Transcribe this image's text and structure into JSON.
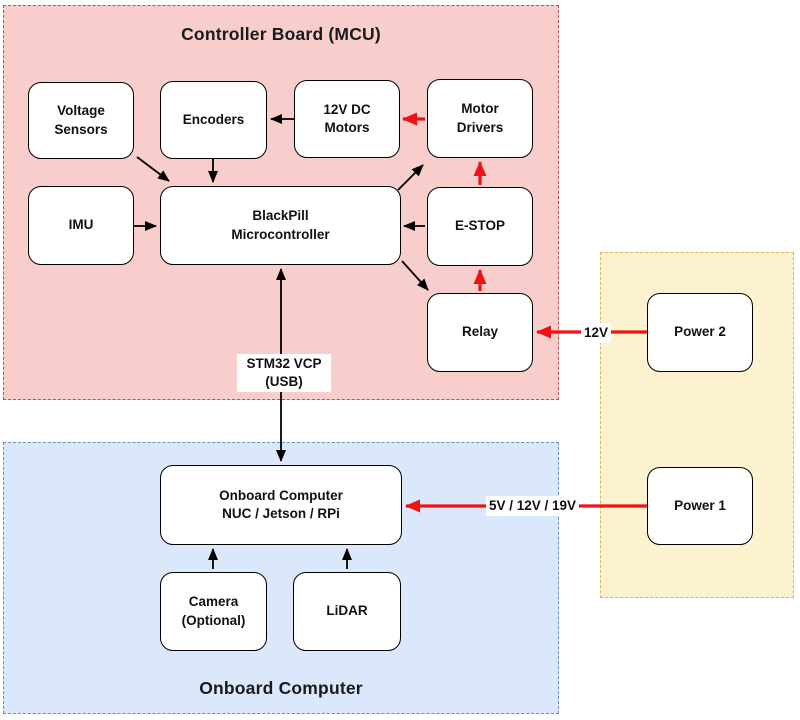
{
  "regions": {
    "mcu": {
      "title": "Controller Board (MCU)"
    },
    "onboard": {
      "title": "Onboard Computer"
    },
    "power": {
      "title": ""
    }
  },
  "nodes": {
    "voltage_sensors": {
      "label": "Voltage\nSensors"
    },
    "encoders": {
      "label": "Encoders"
    },
    "dc_motors": {
      "label": "12V DC\nMotors"
    },
    "motor_drivers": {
      "label": "Motor\nDrivers"
    },
    "imu": {
      "label": "IMU"
    },
    "blackpill": {
      "label": "BlackPill\nMicrocontroller"
    },
    "estop": {
      "label": "E-STOP"
    },
    "relay": {
      "label": "Relay"
    },
    "power2": {
      "label": "Power 2"
    },
    "power1": {
      "label": "Power 1"
    },
    "onboard_computer": {
      "label": "Onboard Computer\nNUC / Jetson / RPi"
    },
    "camera": {
      "label": "Camera\n(Optional)"
    },
    "lidar": {
      "label": "LiDAR"
    }
  },
  "edge_labels": {
    "usb": "STM32 VCP\n(USB)",
    "power2_to_relay": "12V",
    "power1_to_computer": "5V / 12V / 19V"
  },
  "edges": [
    {
      "from": "12V DC Motors",
      "to": "Encoders",
      "type": "signal"
    },
    {
      "from": "Voltage Sensors",
      "to": "BlackPill Microcontroller",
      "type": "signal"
    },
    {
      "from": "Encoders",
      "to": "BlackPill Microcontroller",
      "type": "signal"
    },
    {
      "from": "IMU",
      "to": "BlackPill Microcontroller",
      "type": "signal"
    },
    {
      "from": "E-STOP",
      "to": "BlackPill Microcontroller",
      "type": "signal"
    },
    {
      "from": "BlackPill Microcontroller",
      "to": "Motor Drivers",
      "type": "signal"
    },
    {
      "from": "BlackPill Microcontroller",
      "to": "Relay",
      "type": "signal"
    },
    {
      "from": "BlackPill Microcontroller",
      "to": "Onboard Computer",
      "type": "signal-bidirectional",
      "label": "STM32 VCP\n(USB)"
    },
    {
      "from": "Camera (Optional)",
      "to": "Onboard Computer",
      "type": "signal"
    },
    {
      "from": "LiDAR",
      "to": "Onboard Computer",
      "type": "signal"
    },
    {
      "from": "Motor Drivers",
      "to": "12V DC Motors",
      "type": "power"
    },
    {
      "from": "E-STOP",
      "to": "Motor Drivers",
      "type": "power"
    },
    {
      "from": "Relay",
      "to": "E-STOP",
      "type": "power"
    },
    {
      "from": "Power 2",
      "to": "Relay",
      "type": "power",
      "label": "12V"
    },
    {
      "from": "Power 1",
      "to": "Onboard Computer",
      "type": "power",
      "label": "5V / 12V / 19V"
    }
  ],
  "colors": {
    "mcu_fill": "#f7cecb",
    "mcu_border": "#b85450",
    "onboard_fill": "#dbe8fb",
    "onboard_border": "#6c8ebf",
    "power_fill": "#fdf2cf",
    "power_border": "#d6b656",
    "signal_arrow": "#000000",
    "power_arrow": "#f01212",
    "node_fill": "#ffffff",
    "node_border": "#000000"
  }
}
